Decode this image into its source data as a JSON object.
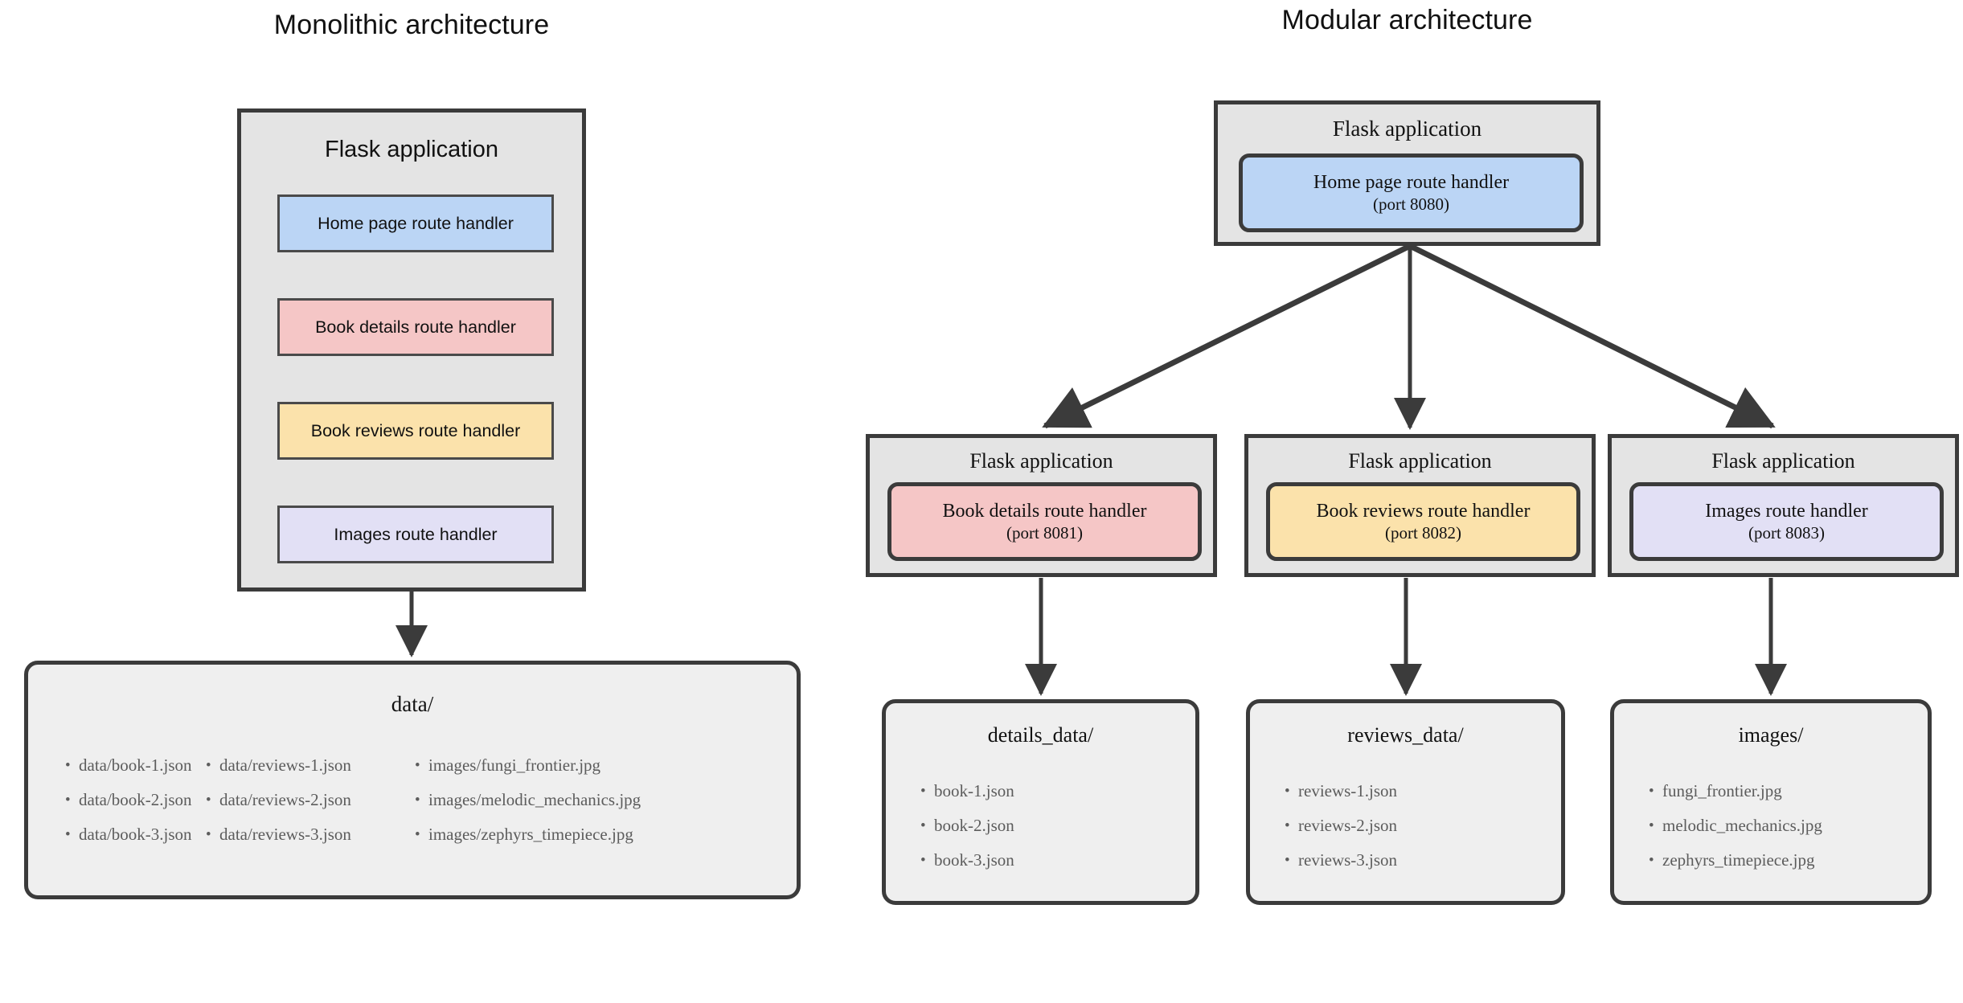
{
  "diagram": {
    "columns": [
      {
        "id": "monolithic",
        "title": "Monolithic architecture",
        "app": {
          "label": "Flask application",
          "handlers": [
            {
              "name": "Home page route handler",
              "color": "#bbd5f5"
            },
            {
              "name": "Book details route handler",
              "color": "#f5c6c6"
            },
            {
              "name": "Book reviews route handler",
              "color": "#fbe2ab"
            },
            {
              "name": "Images route handler",
              "color": "#e2e0f5"
            }
          ]
        },
        "storage": {
          "title": "data/",
          "groups": [
            {
              "files": [
                "data/book-1.json",
                "data/book-2.json",
                "data/book-3.json"
              ]
            },
            {
              "files": [
                "data/reviews-1.json",
                "data/reviews-2.json",
                "data/reviews-3.json"
              ]
            },
            {
              "files": [
                "images/fungi_frontier.jpg",
                "images/melodic_mechanics.jpg",
                "images/zephyrs_timepiece.jpg"
              ]
            }
          ]
        }
      },
      {
        "id": "modular",
        "title": "Modular architecture",
        "root": {
          "label": "Flask application",
          "handler": {
            "name": "Home page route handler",
            "port": "(port 8080)",
            "color": "#bbd5f5"
          }
        },
        "services": [
          {
            "label": "Flask application",
            "handler": {
              "name": "Book details route handler",
              "port": "(port 8081)",
              "color": "#f5c6c6"
            },
            "storage": {
              "title": "details_data/",
              "files": [
                "book-1.json",
                "book-2.json",
                "book-3.json"
              ]
            }
          },
          {
            "label": "Flask application",
            "handler": {
              "name": "Book reviews route handler",
              "port": "(port 8082)",
              "color": "#fbe2ab"
            },
            "storage": {
              "title": "reviews_data/",
              "files": [
                "reviews-1.json",
                "reviews-2.json",
                "reviews-3.json"
              ]
            }
          },
          {
            "label": "Flask application",
            "handler": {
              "name": "Images route handler",
              "port": "(port 8083)",
              "color": "#e2e0f5"
            },
            "storage": {
              "title": "images/",
              "files": [
                "fungi_frontier.jpg",
                "melodic_mechanics.jpg",
                "zephyrs_timepiece.jpg"
              ]
            }
          }
        ]
      }
    ],
    "colors": {
      "border": "#3b3b3b",
      "app_fill": "#e4e4e4",
      "storage_fill": "#efefef",
      "blue": "#bbd5f5",
      "pink": "#f5c6c6",
      "yellow": "#fbe2ab",
      "lavender": "#e2e0f5",
      "bullet_text": "#5c5c5c",
      "arrow": "#3b3b3b"
    }
  }
}
